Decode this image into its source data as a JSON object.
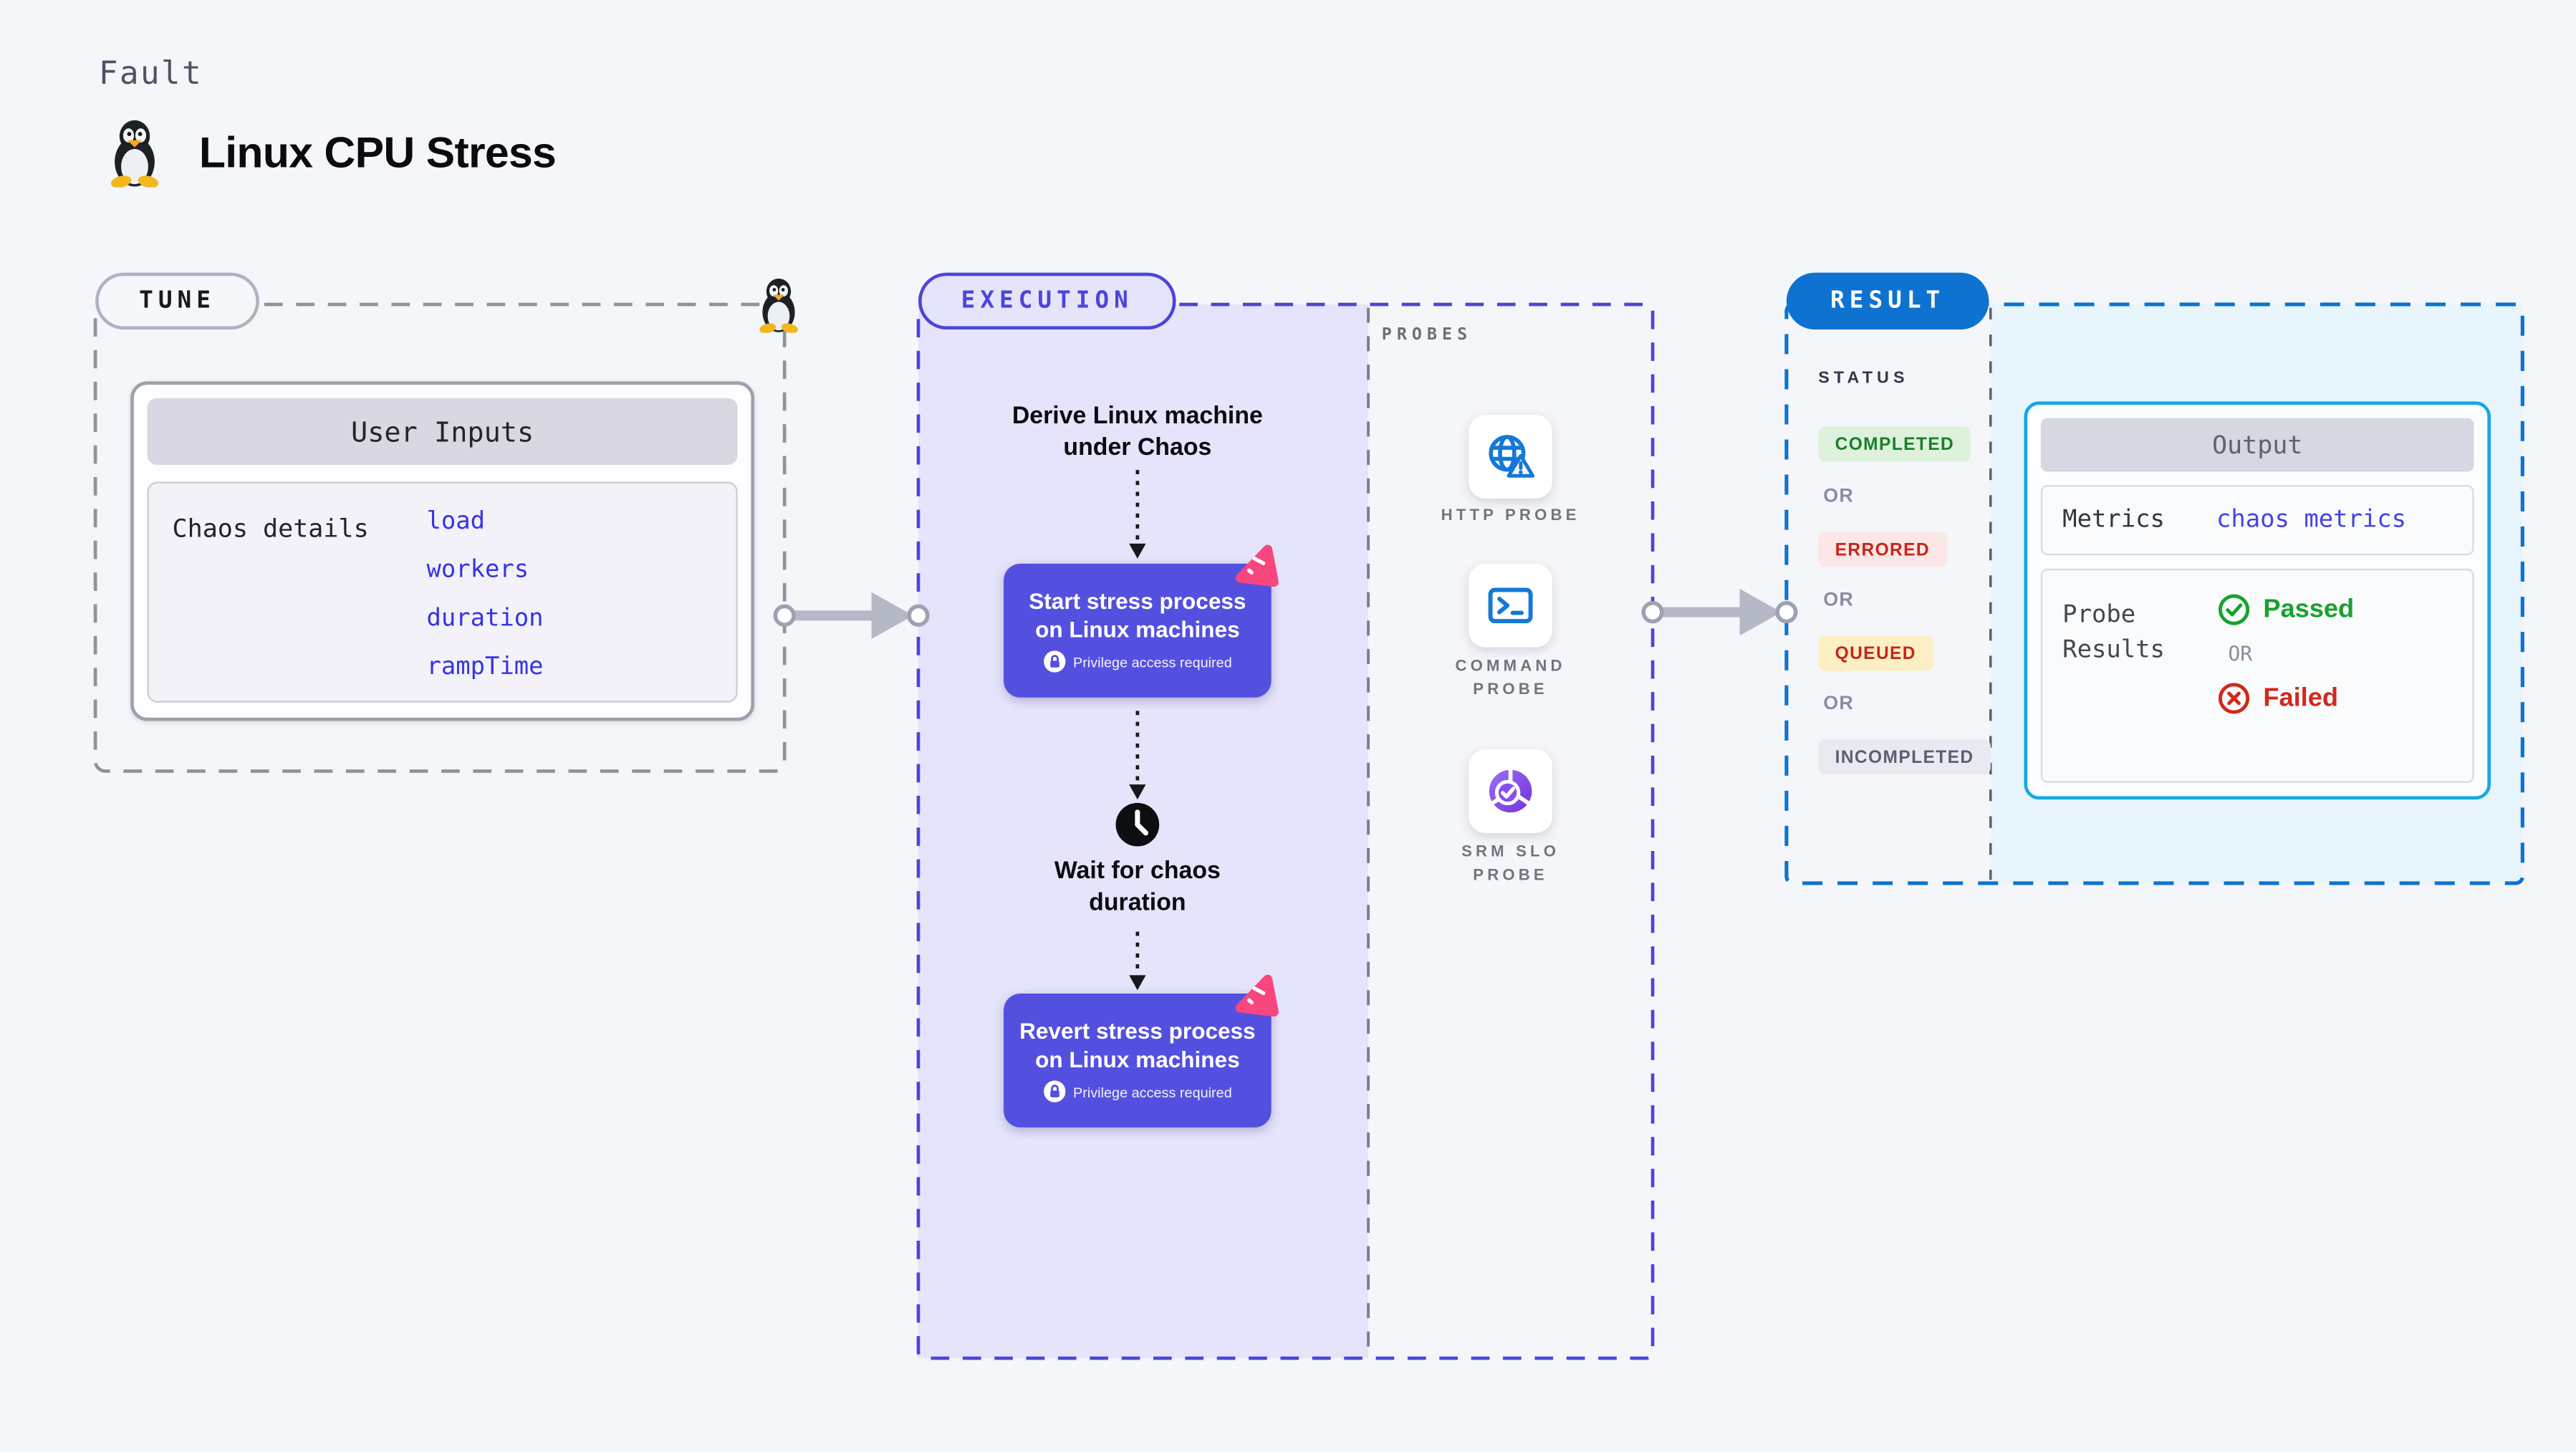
{
  "page": {
    "kicker": "Fault",
    "title": "Linux CPU Stress"
  },
  "tune": {
    "pill": "TUNE",
    "card_header": "User Inputs",
    "row_label": "Chaos details",
    "inputs": [
      "load",
      "workers",
      "duration",
      "rampTime"
    ]
  },
  "execution": {
    "pill": "EXECUTION",
    "step_derive": "Derive Linux machine under Chaos",
    "node_start": "Start stress process on Linux machines",
    "privilege_badge": "Privilege access required",
    "step_wait": "Wait for chaos duration",
    "node_revert": "Revert stress process on Linux machines"
  },
  "probes": {
    "heading": "PROBES",
    "items": [
      {
        "label": "HTTP PROBE",
        "icon": "globe-alert-icon"
      },
      {
        "label": "COMMAND PROBE",
        "icon": "terminal-icon"
      },
      {
        "label": "SRM SLO PROBE",
        "icon": "slo-donut-icon"
      }
    ]
  },
  "result": {
    "pill": "RESULT",
    "status_heading": "STATUS",
    "or": "OR",
    "statuses": [
      "COMPLETED",
      "ERRORED",
      "QUEUED",
      "INCOMPLETED"
    ],
    "output": {
      "header": "Output",
      "metrics_label": "Metrics",
      "metrics_link": "chaos metrics",
      "probe_results_label": "Probe Results",
      "passed": "Passed",
      "or": "OR",
      "failed": "Failed"
    }
  },
  "colors": {
    "indigo": "#4B45DB",
    "lavender_fill": "#E5E4FA",
    "node_purple": "#5450DF",
    "result_blue": "#0E72D0",
    "cyan_border": "#14A9E4",
    "cyan_fill": "#E8F5FC",
    "probe_blue": "#1478D8",
    "chaos_pink": "#F8477E",
    "passed_green": "#18A12D",
    "failed_red": "#D2281A",
    "completed_green": "#1B7F2A",
    "errored_red": "#C8231A",
    "queued_amber_bg": "#FCEFC4",
    "incompleted_grey": "#5C5F72"
  }
}
